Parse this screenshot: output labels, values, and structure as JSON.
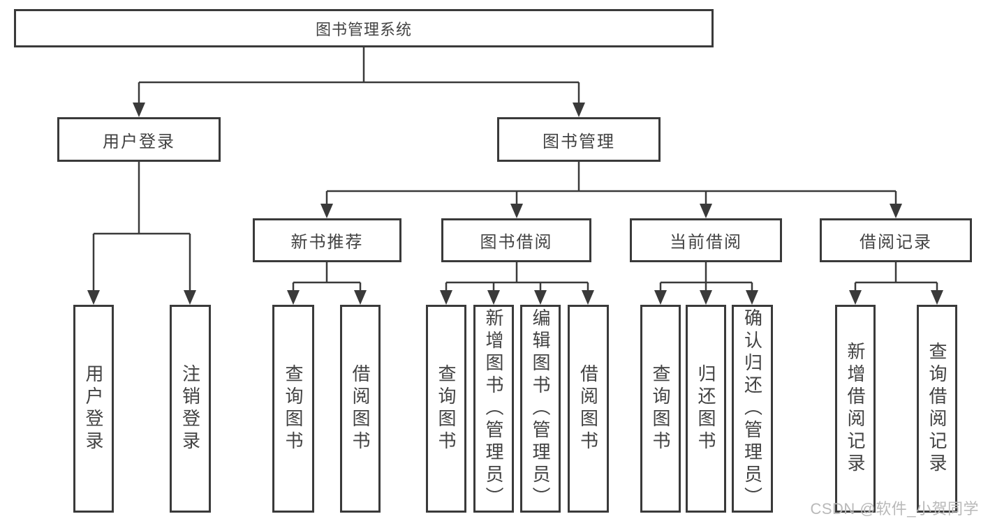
{
  "tree": {
    "label": "图书管理系统",
    "children": [
      {
        "label": "用户登录",
        "children": [
          {
            "label": "用户登录"
          },
          {
            "label": "注销登录"
          }
        ]
      },
      {
        "label": "图书管理",
        "children": [
          {
            "label": "新书推荐",
            "children": [
              {
                "label": "查询图书"
              },
              {
                "label": "借阅图书"
              }
            ]
          },
          {
            "label": "图书借阅",
            "children": [
              {
                "label": "查询图书"
              },
              {
                "label": "新增图书（管理员）"
              },
              {
                "label": "编辑图书（管理员）"
              },
              {
                "label": "借阅图书"
              }
            ]
          },
          {
            "label": "当前借阅",
            "children": [
              {
                "label": "查询图书"
              },
              {
                "label": "归还图书"
              },
              {
                "label": "确认归还（管理员）"
              }
            ]
          },
          {
            "label": "借阅记录",
            "children": [
              {
                "label": "新增借阅记录"
              },
              {
                "label": "查询借阅记录"
              }
            ]
          }
        ]
      }
    ]
  },
  "watermark": {
    "text": "CSDN @软件_小贺同学",
    "color": "#b9b9b9"
  },
  "colors": {
    "line": "#3a3a3a",
    "box_border": "#3a3a3a",
    "text": "#424242",
    "background": "#ffffff"
  }
}
